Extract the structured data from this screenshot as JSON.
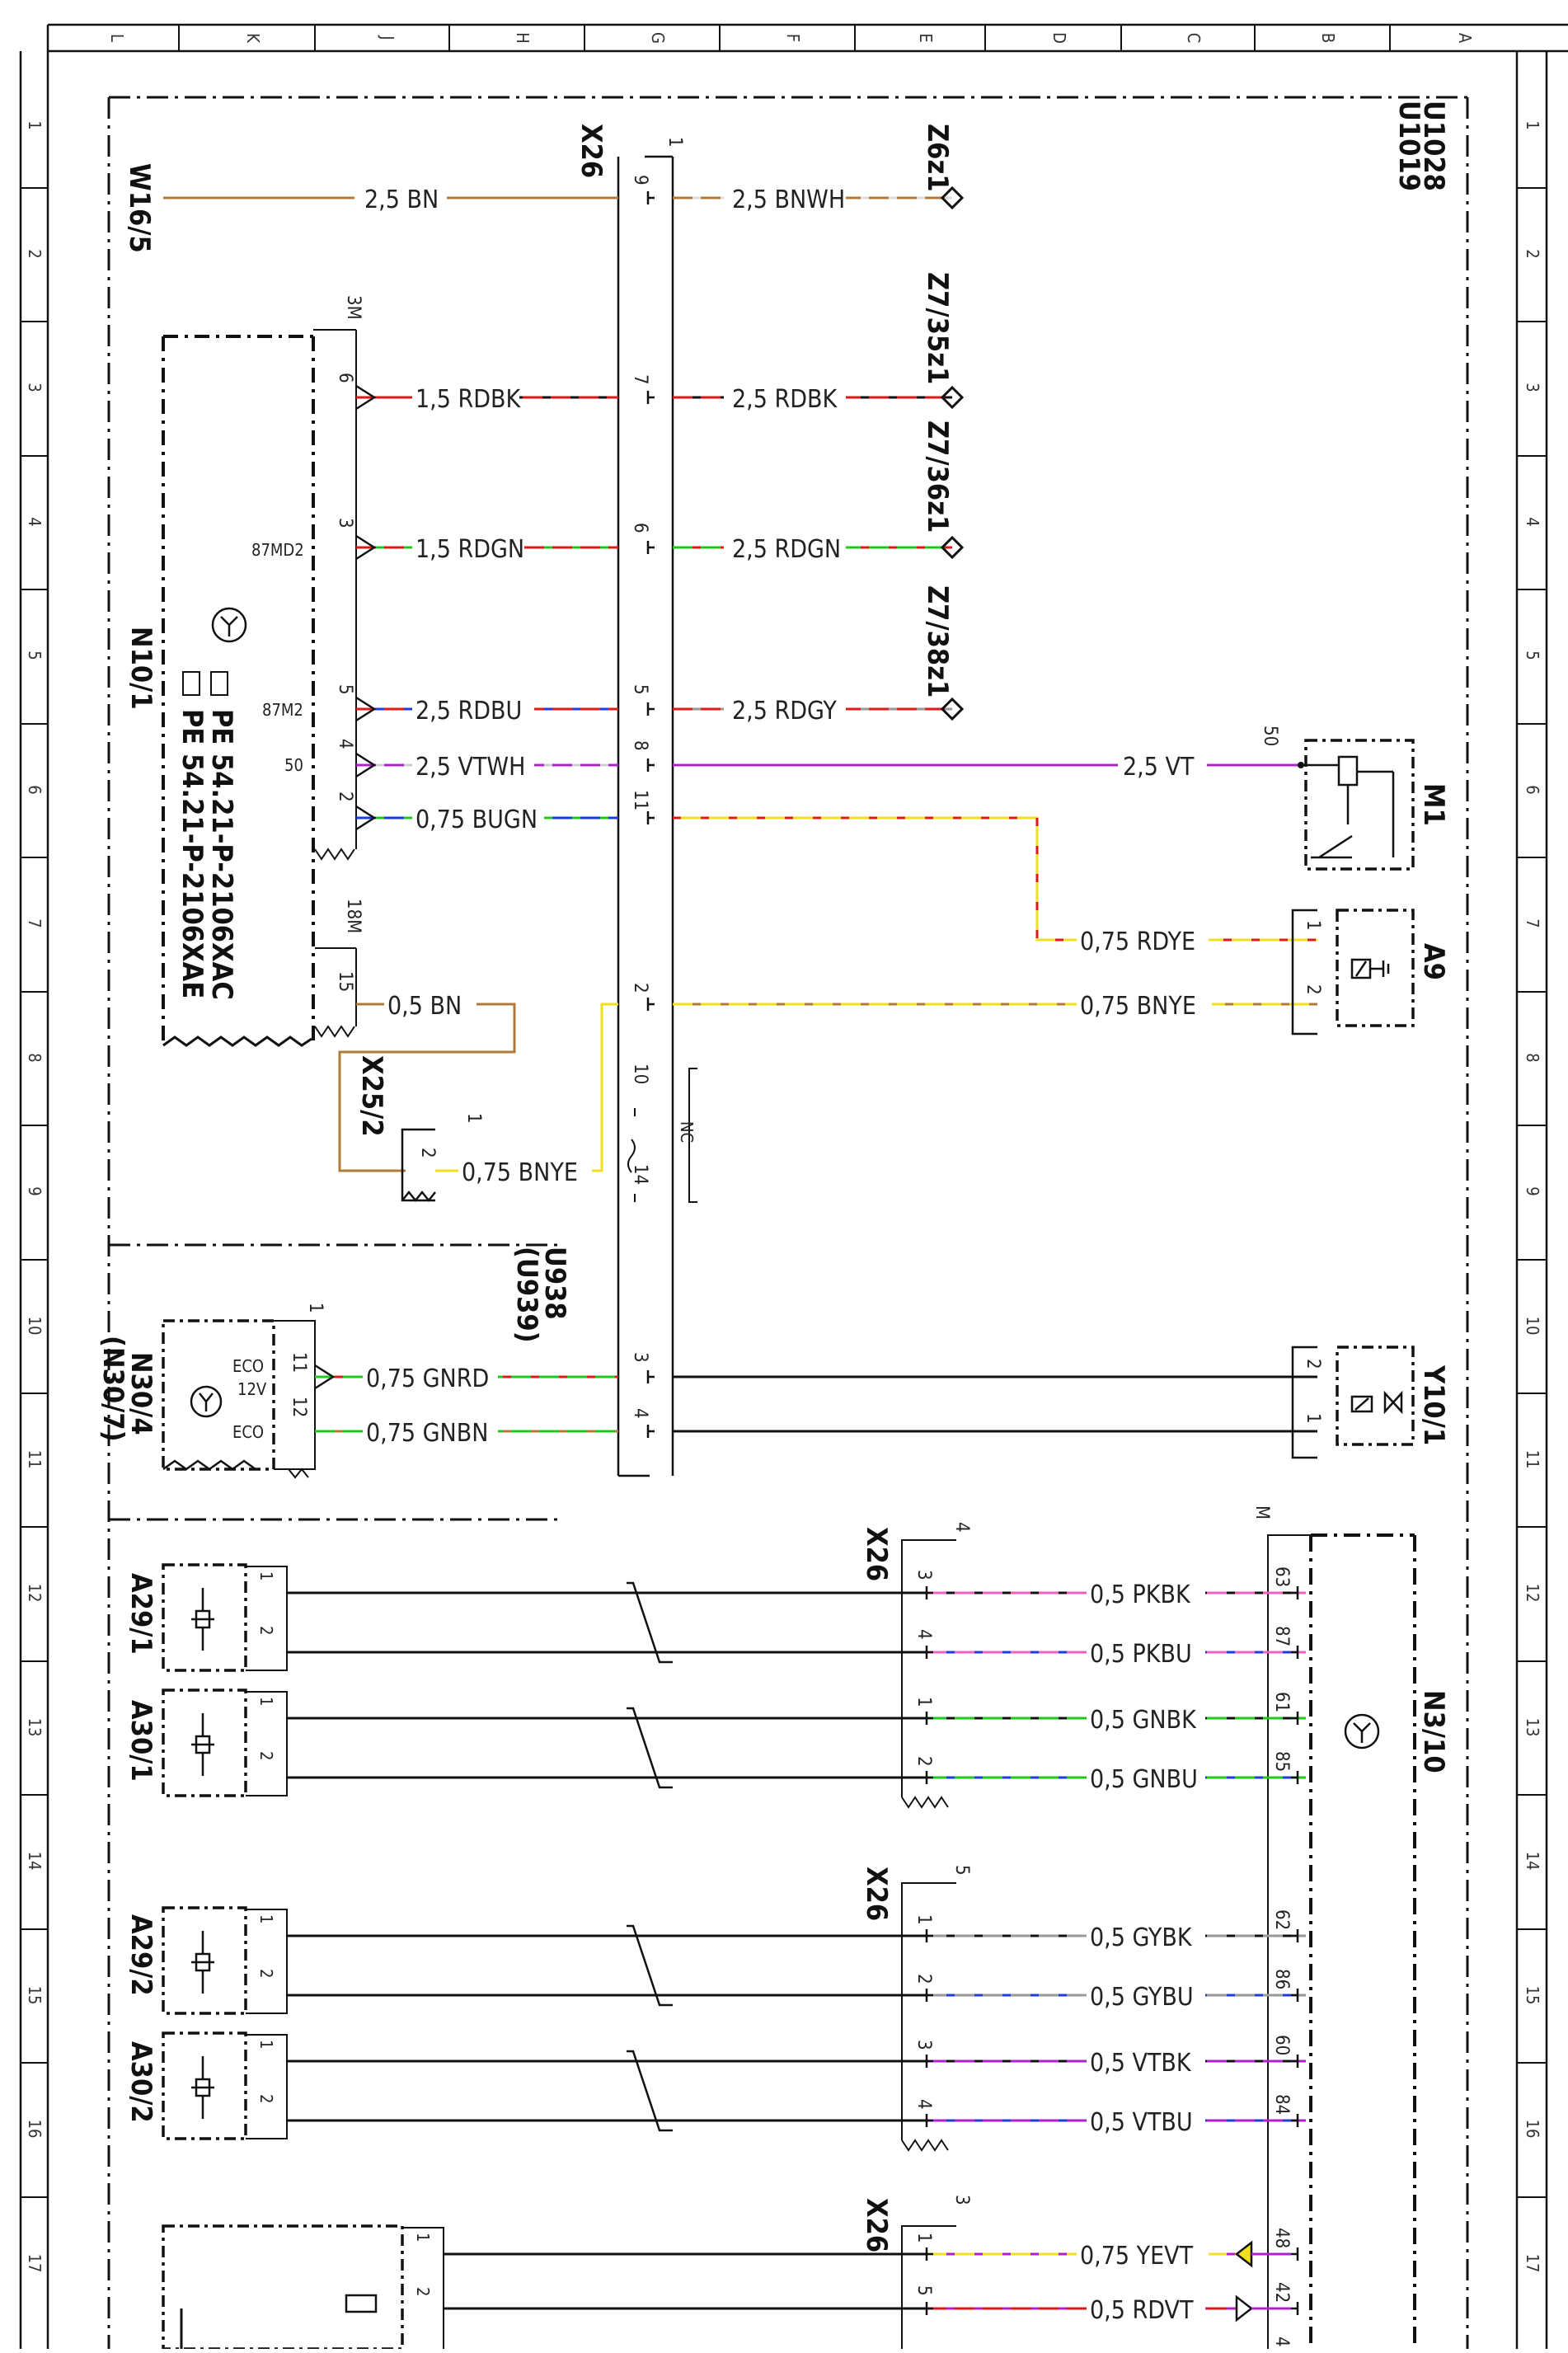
{
  "frame": {
    "columns": [
      "L",
      "K",
      "J",
      "H",
      "G",
      "F",
      "E",
      "D",
      "C",
      "B",
      "A"
    ],
    "rows": [
      "1",
      "2",
      "3",
      "4",
      "5",
      "6",
      "7",
      "8",
      "9",
      "10",
      "11",
      "12",
      "13",
      "14",
      "15",
      "16",
      "17"
    ]
  },
  "headers": {
    "unit_codes": [
      "U1019",
      "U1028"
    ],
    "unit_sub": [
      "U938",
      "(U939)"
    ],
    "pe_refs": [
      "PE 54.21-P-2106XAC",
      "PE 54.21-P-2106XAE"
    ]
  },
  "components": {
    "w16": "W16/5",
    "x26": "X26",
    "x26_pin_top": "1",
    "n10": "N10/1",
    "n10_conn": "3M",
    "n10_conn2": "18M",
    "z6": "Z6z1",
    "z7_35": "Z7/35z1",
    "z7_36": "Z7/36z1",
    "z7_38": "Z7/38z1",
    "m1": "M1",
    "m1_pin": "50",
    "a9": "A9",
    "x25": "X25/2",
    "x25_pin": "1",
    "nc": "NC",
    "n30_4": "N30/4",
    "n30_7": "(N30/7)",
    "n30_pin": "1",
    "y10": "Y10/1",
    "n3": "N3/10",
    "n3_conn": "M",
    "a29_1": "A29/1",
    "a30_1": "A30/1",
    "a29_2": "A29/2",
    "a30_2": "A30/2",
    "x26_4": "X26",
    "x26_4_pin": "4",
    "x26_5": "X26",
    "x26_5_pin": "5",
    "x26_3": "X26",
    "x26_3_pin": "3"
  },
  "pin_labels": {
    "x26_9": "9",
    "x26_7": "7",
    "x26_6": "6",
    "x26_5": "5",
    "x26_8": "8",
    "x26_11": "11",
    "x26_2": "2",
    "x26_10": "10",
    "x26_14": "14",
    "x26_3": "3",
    "x26_4": "4",
    "n10_6": "6",
    "n10_3": "3",
    "n10_5": "5",
    "n10_4": "4",
    "n10_2": "2",
    "n10_15": "15",
    "n10_87md2": "87MD2",
    "n10_87m2": "87M2",
    "n10_50": "50",
    "a9_1": "1",
    "a9_2": "2",
    "y10_2": "2",
    "y10_1": "1",
    "n30_11": "11",
    "n30_12": "12",
    "n30_eco1": "ECO",
    "n30_12v": "12V",
    "n30_eco2": "ECO",
    "x25_2": "2",
    "n3_63": "63",
    "n3_87": "87",
    "n3_61": "61",
    "n3_85": "85",
    "n3_62": "62",
    "n3_86": "86",
    "n3_60": "60",
    "n3_84": "84",
    "n3_48": "48",
    "n3_42": "42",
    "n3_4": "4",
    "x264_3": "3",
    "x264_4": "4",
    "x264_1": "1",
    "x264_2": "2",
    "x265_1": "1",
    "x265_2": "2",
    "x265_3": "3",
    "x265_4": "4",
    "x263_1": "1",
    "x263_5": "5",
    "sens_1": "1",
    "sens_2": "2"
  },
  "wires": {
    "w_bn": "2,5 BN",
    "w_bnwh": "2,5 BNWH",
    "w_15rdbk": "1,5 RDBK",
    "w_25rdbk": "2,5 RDBK",
    "w_15rdgn": "1,5 RDGN",
    "w_25rdgn": "2,5 RDGN",
    "w_25rdbu": "2,5 RDBU",
    "w_25rdgy": "2,5 RDGY",
    "w_25vtwh": "2,5 VTWH",
    "w_25vt": "2,5 VT",
    "w_075bugn": "0,75 BUGN",
    "w_075rdye": "0,75 RDYE",
    "w_05bn": "0,5 BN",
    "w_075bnye_a9": "0,75 BNYE",
    "w_075bnye_x25": "0,75 BNYE",
    "w_075gnrd": "0,75 GNRD",
    "w_075gnbn": "0,75 GNBN",
    "w_05pkbk": "0,5 PKBK",
    "w_05pkbu": "0,5 PKBU",
    "w_05gnbk": "0,5 GNBK",
    "w_05gnbu": "0,5 GNBU",
    "w_05gybk": "0,5 GYBK",
    "w_05gybu": "0,5 GYBU",
    "w_05vtbk": "0,5 VTBK",
    "w_05vtbu": "0,5 VTBU",
    "w_075yevt": "0,75 YEVT",
    "w_05rdvt": "0,5 RDVT"
  },
  "wire_colors": {
    "BN": "#b07a3a",
    "WH": "#dddddd",
    "RD": "#e01818",
    "BK": "#111111",
    "GN": "#1fc81f",
    "BU": "#1d3be0",
    "GY": "#9a9a9a",
    "VT": "#b020d0",
    "YE": "#f0e020",
    "PK": "#f060c0"
  }
}
